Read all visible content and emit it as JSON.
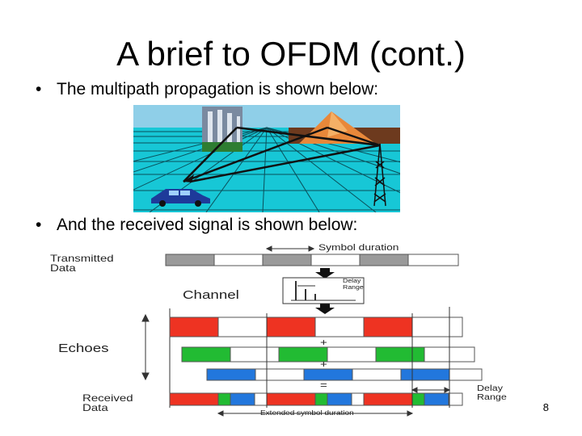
{
  "slide": {
    "title": "A brief to OFDM (cont.)",
    "bullets": [
      "The multipath propagation is shown below:",
      "And the received signal is shown below:"
    ],
    "bullet_glyph": "•",
    "page_number": "8"
  },
  "diagram": {
    "transmitted_label_1": "Transmitted",
    "transmitted_label_2": "Data",
    "symbol_duration": "Symbol duration",
    "channel": "Channel",
    "delay_range_small_1": "Delay",
    "delay_range_small_2": "Range",
    "echoes": "Echoes",
    "plus": "+",
    "equals": "=",
    "received_label_1": "Received",
    "received_label_2": "Data",
    "extended_symbol_duration": "Extended symbol duration",
    "delay_range_1": "Delay",
    "delay_range_2": "Range",
    "colors": {
      "gray": "#9a9a9a",
      "red": "#ee3322",
      "green": "#22bb33",
      "blue": "#2277dd",
      "sky": "#8fcfe8",
      "ground": "#17c7d6"
    }
  }
}
